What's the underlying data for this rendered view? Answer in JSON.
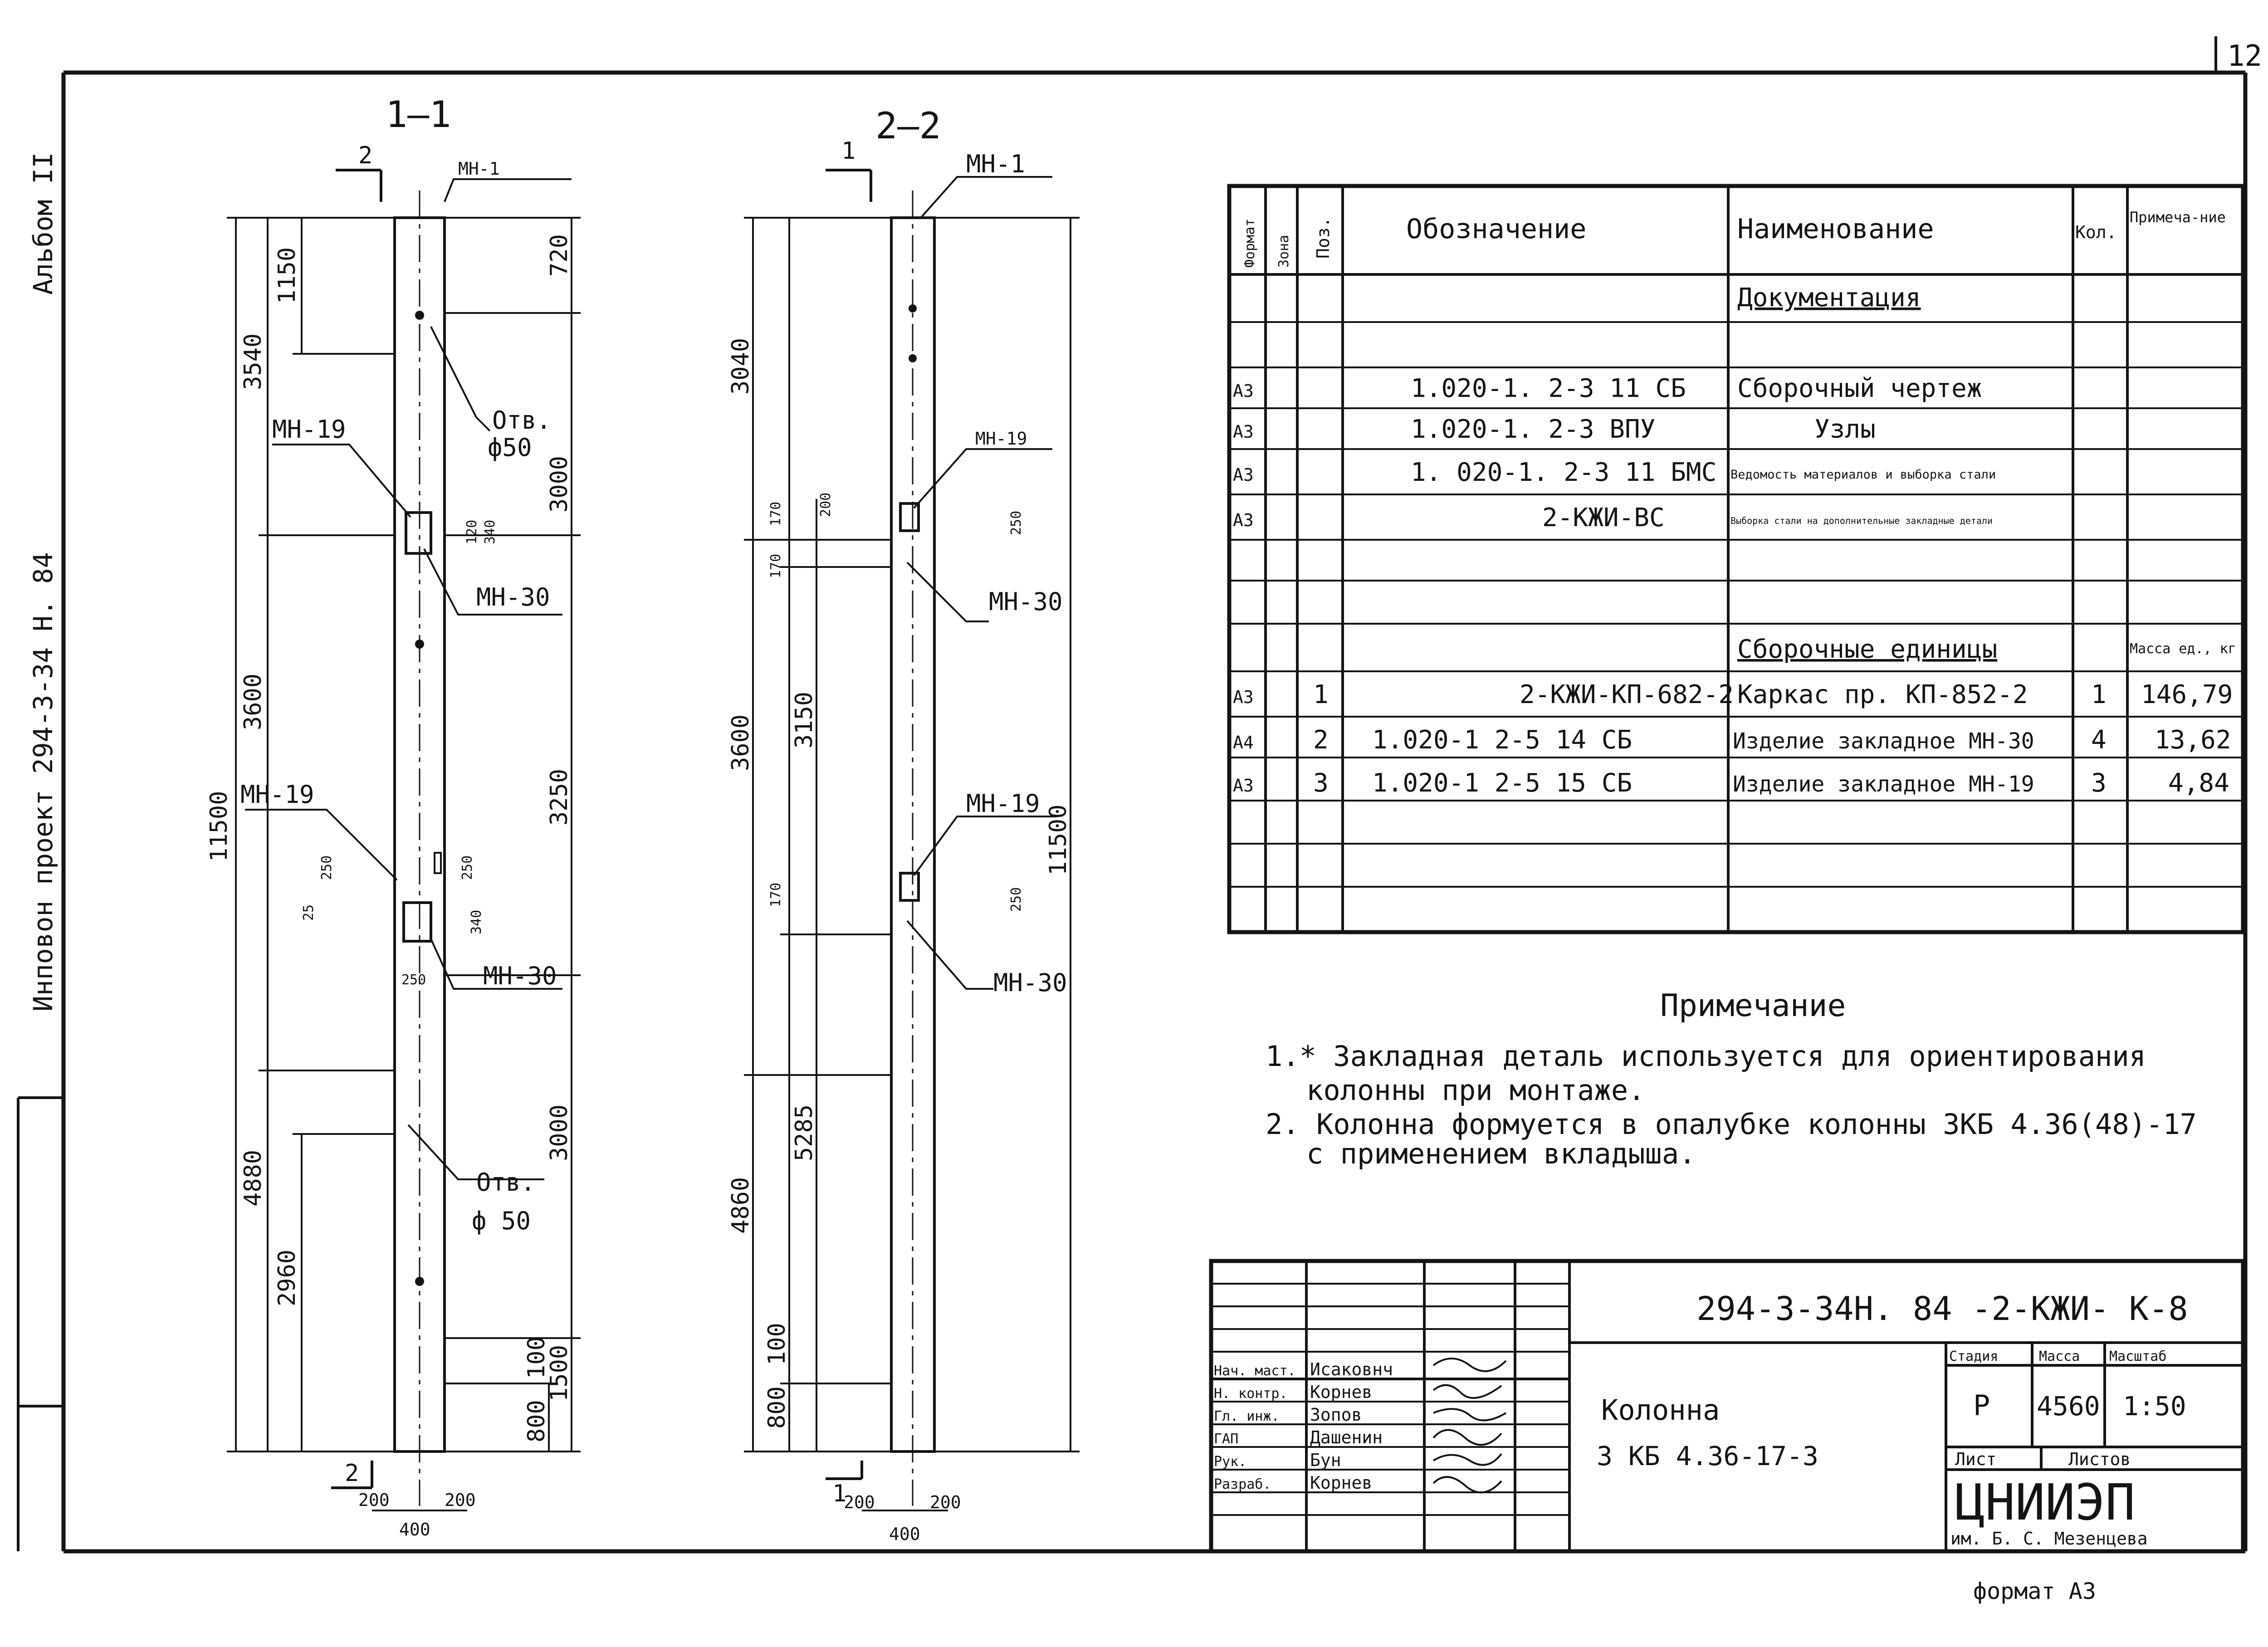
{
  "sheet": {
    "number": "12",
    "format_label": "формат А3",
    "side_text": [
      "Инповон проект 294-3-34 Н. 84",
      "Альбом II"
    ]
  },
  "sections": {
    "s1": {
      "title": "1—1",
      "cut_mark": "2",
      "cut_mark_bottom": "2",
      "labels": {
        "mn1": "МН-1",
        "mn19a": "МН-19",
        "mn30a": "МН-30",
        "mn19b": "МН-19",
        "mn30b": "МН-30",
        "otv1": "Отв.",
        "d1": "ф50",
        "otv2": "Отв.",
        "d2": "ф 50"
      },
      "dims": {
        "total": "11500",
        "upper": "3600",
        "lower": "4880",
        "d3540": "3540",
        "d1150": "1150",
        "d2960": "2960",
        "d720": "720",
        "d3000a": "3000",
        "d3250": "3250",
        "d3000b": "3000",
        "d1500": "1500",
        "d800": "800",
        "d100": "100",
        "d250": "250",
        "d25": "25",
        "d250b": "250",
        "d340": "340",
        "d120": "120",
        "d340b": "340",
        "w200a": "200",
        "w200b": "200",
        "w400": "400",
        "w250": "250"
      }
    },
    "s2": {
      "title": "2—2",
      "cut_mark": "1",
      "cut_mark_bottom": "1",
      "labels": {
        "mn1": "МН-1",
        "mn19a": "МН-19",
        "mn30a": "МН-30",
        "mn19b": "МН-19",
        "mn30b": "МН-30"
      },
      "dims": {
        "total": "11500",
        "upper": "3600",
        "lower": "4860",
        "d3040": "3040",
        "d3150": "3150",
        "d5285": "5285",
        "d800": "800",
        "d100": "100",
        "d170": "170",
        "d200": "200",
        "d170b": "170",
        "d170c": "170",
        "d250": "250",
        "d250b": "250",
        "w200a": "200",
        "w200b": "200",
        "w400": "400"
      }
    }
  },
  "spec_table": {
    "headers": {
      "format": "Формат",
      "zone": "Зона",
      "pos": "Поз.",
      "designation": "Обозначение",
      "name": "Наименование",
      "qty": "Кол.",
      "note": "Примеча-ние"
    },
    "rows": [
      {
        "format": "",
        "zone": "",
        "pos": "",
        "designation": "",
        "name": "Документация",
        "qty": "",
        "note": ""
      },
      {
        "format": "",
        "zone": "",
        "pos": "",
        "designation": "",
        "name": "",
        "qty": "",
        "note": ""
      },
      {
        "format": "А3",
        "zone": "",
        "pos": "",
        "designation": "1.020-1. 2-3 11 СБ",
        "name": "Сборочный чертеж",
        "qty": "",
        "note": ""
      },
      {
        "format": "А3",
        "zone": "",
        "pos": "",
        "designation": "1.020-1. 2-3 ВПУ",
        "name": "Узлы",
        "qty": "",
        "note": ""
      },
      {
        "format": "А3",
        "zone": "",
        "pos": "",
        "designation": "1. 020-1. 2-3 11 БМС",
        "name": "Ведомость материалов и выборка стали",
        "qty": "",
        "note": ""
      },
      {
        "format": "А3",
        "zone": "",
        "pos": "",
        "designation": "2-КЖИ-ВС",
        "name": "Выборка стали на дополнительные закладные детали",
        "qty": "",
        "note": ""
      },
      {
        "format": "",
        "zone": "",
        "pos": "",
        "designation": "",
        "name": "",
        "qty": "",
        "note": ""
      },
      {
        "format": "",
        "zone": "",
        "pos": "",
        "designation": "",
        "name": "",
        "qty": "",
        "note": ""
      },
      {
        "format": "",
        "zone": "",
        "pos": "",
        "designation": "",
        "name": "Сборочные единицы",
        "qty": "",
        "note": "Масса ед., кг"
      },
      {
        "format": "А3",
        "zone": "",
        "pos": "1",
        "designation": "2-КЖИ-КП-682-2",
        "name": "Каркас пр. КП-852-2",
        "qty": "1",
        "note": "146,79"
      },
      {
        "format": "А4",
        "zone": "",
        "pos": "2",
        "designation": "1.020-1 2-5 14 СБ",
        "name": "Изделие закладное МН-30",
        "qty": "4",
        "note": "13,62"
      },
      {
        "format": "А3",
        "zone": "",
        "pos": "3",
        "designation": "1.020-1 2-5 15 СБ",
        "name": "Изделие закладное МН-19",
        "qty": "3",
        "note": "4,84"
      },
      {
        "format": "",
        "zone": "",
        "pos": "",
        "designation": "",
        "name": "",
        "qty": "",
        "note": ""
      },
      {
        "format": "",
        "zone": "",
        "pos": "",
        "designation": "",
        "name": "",
        "qty": "",
        "note": ""
      },
      {
        "format": "",
        "zone": "",
        "pos": "",
        "designation": "",
        "name": "",
        "qty": "",
        "note": ""
      }
    ]
  },
  "notes": {
    "title": "Примечание",
    "items": [
      "1.* Закладная деталь используется для ориентирования",
      "колонны при монтаже.",
      "2. Колонна формуется в опалубке колонны 3КБ 4.36(48)-17",
      "с применением вкладыша."
    ]
  },
  "title_block": {
    "code": "294-3-34Н. 84 -2-КЖИ- К-8",
    "object_name": "Колонна",
    "object_mark": "3 КБ 4.36-17-3",
    "stage_label": "Стадия",
    "mass_label": "Масса",
    "scale_label": "Масштаб",
    "stage": "Р",
    "mass": "4560",
    "scale": "1:50",
    "sheet_label": "Лист",
    "sheets_label": "Листов",
    "org": "ЦНИИЭП",
    "org_sub": "им. Б. С. Мезенцева",
    "roles": [
      {
        "role": "Нач. маст.",
        "name": "Исаковнч"
      },
      {
        "role": "Н. контр.",
        "name": "Корнев"
      },
      {
        "role": "Гл. инж.",
        "name": "Зопов"
      },
      {
        "role": "ГАП",
        "name": "Дашенин"
      },
      {
        "role": "Рук.",
        "name": "Бун"
      },
      {
        "role": "Разраб.",
        "name": "Корнев"
      }
    ]
  }
}
